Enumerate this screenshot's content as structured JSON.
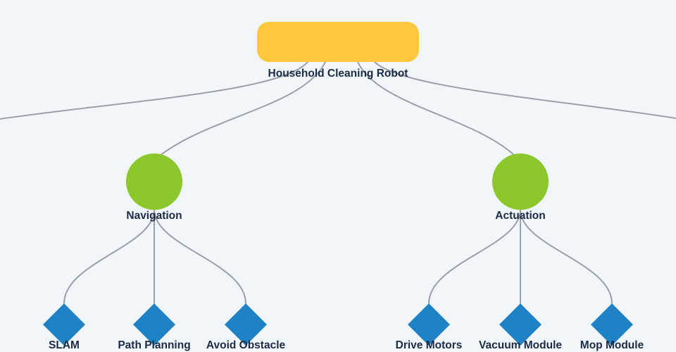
{
  "colors": {
    "background": "#f1f6fa",
    "root_fill": "#fdc73c",
    "branch_fill": "#8bc72a",
    "leaf_fill": "#1e82c4",
    "edge": "#9aa0a7",
    "text": "#1b2b45"
  },
  "mindmap": {
    "root": {
      "label": "Household Cleaning Robot",
      "shape": "rounded-rect"
    },
    "branches": [
      {
        "label": "Navigation",
        "shape": "circle",
        "children": [
          {
            "label": "SLAM",
            "shape": "diamond"
          },
          {
            "label": "Path Planning",
            "shape": "diamond"
          },
          {
            "label": "Avoid Obstacle",
            "shape": "diamond"
          }
        ]
      },
      {
        "label": "Actuation",
        "shape": "circle",
        "children": [
          {
            "label": "Drive Motors",
            "shape": "diamond"
          },
          {
            "label": "Vacuum Module",
            "shape": "diamond"
          },
          {
            "label": "Mop Module",
            "shape": "diamond"
          }
        ]
      }
    ],
    "offscreen_edges": [
      "left",
      "right"
    ]
  }
}
